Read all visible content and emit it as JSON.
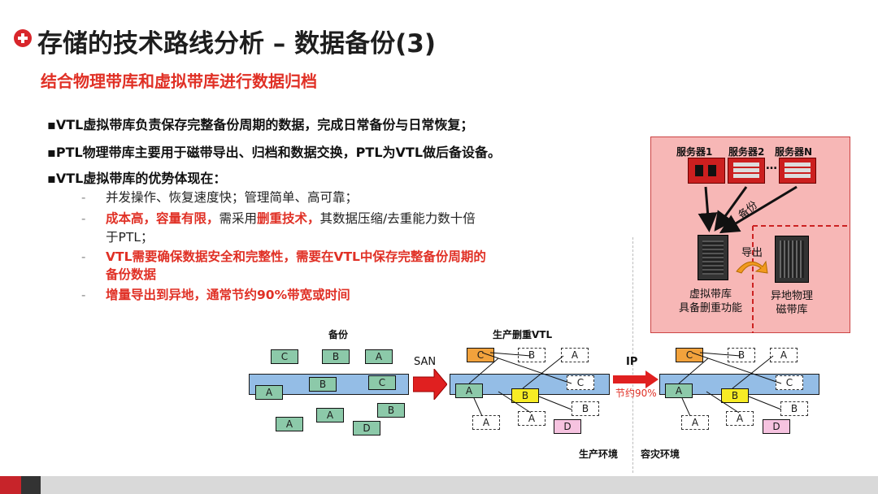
{
  "header": {
    "title": "存储的技术路线分析 – 数据备份(3)",
    "subtitle": "结合物理带库和虚拟带库进行数据归档"
  },
  "bullets": [
    "▪VTL虚拟带库负责保存完整备份周期的数据，完成日常备份与日常恢复；",
    "▪PTL物理带库主要用于磁带导出、归档和数据交换，PTL为VTL做后备设备。",
    "▪VTL虚拟带库的优势体现在："
  ],
  "sub_items": {
    "dash": "-",
    "item1": "并发操作、恢复速度快；管理简单、高可靠；",
    "item2_red1": "成本高，容量有限，",
    "item2_mid": "需采用",
    "item2_red2": "删重技术，",
    "item2_rest": "其数据压缩/去重能力数十倍",
    "item2_line2": "于PTL；",
    "item3_line1": "VTL需要确保数据安全和完整性，需要在VTL中保存完整备份周期的",
    "item3_line2": "备份数据",
    "item4": "增量导出到异地，通常节约90%带宽或时间"
  },
  "diagram": {
    "server1": "服务器1",
    "server2": "服务器2",
    "serverN": "服务器N",
    "ellipsis": "…",
    "backup_arrow": "备份",
    "export": "导出",
    "vtl_line1": "虚拟带库",
    "vtl_line2": "具备删重功能",
    "ptl_line1": "异地物理",
    "ptl_line2": "磁带库"
  },
  "flow": {
    "backup_label": "备份",
    "san_label": "SAN",
    "vtl_label": "生产删重VTL",
    "ip_label": "IP",
    "save_label": "节约90%",
    "prod_env": "生产环境",
    "dr_env": "容灾环境",
    "blocks": {
      "a": "A",
      "b": "B",
      "c": "C",
      "d": "D"
    }
  },
  "colors": {
    "accent_red": "#e03025",
    "tape_blue": "#94bde6",
    "block_green": "#8cc9a9",
    "block_orange": "#f2a23c",
    "block_yellow": "#f7ec25",
    "block_pink": "#f6c3e0"
  }
}
